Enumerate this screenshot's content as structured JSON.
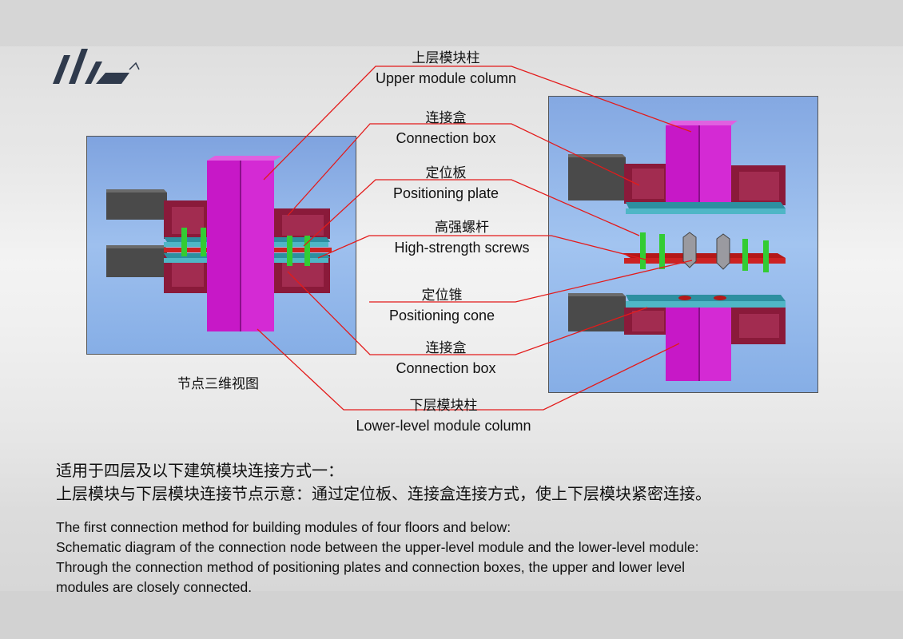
{
  "colors": {
    "column": "#c718c7",
    "box": "#8a1a3a",
    "plate": "#3aa5b5",
    "screw": "#33cc33",
    "bolt_plate": "#cc2222",
    "beam": "#505050",
    "leader": "#e31b1b",
    "panel_bg": "#8fb0e4"
  },
  "logo": {
    "icon": "company-logo-icon"
  },
  "labels": [
    {
      "cn": "上层模块柱",
      "en": "Upper module column"
    },
    {
      "cn": "连接盒",
      "en": "Connection box"
    },
    {
      "cn": "定位板",
      "en": "Positioning plate"
    },
    {
      "cn": "高强螺杆",
      "en": "High-strength screws"
    },
    {
      "cn": "定位锥",
      "en": "Positioning cone"
    },
    {
      "cn": "连接盒",
      "en": "Connection box"
    },
    {
      "cn": "下层模块柱",
      "en": "Lower-level module column"
    }
  ],
  "left_view_caption": "节点三维视图",
  "description": {
    "cn_lines": [
      "适用于四层及以下建筑模块连接方式一：",
      "上层模块与下层模块连接节点示意：通过定位板、连接盒连接方式，使上下层模块紧密连接。"
    ],
    "en_lines": [
      "The first connection method for building modules of four floors and below:",
      "Schematic diagram of the connection node between the upper-level module and the lower-level module:",
      "Through the connection method of positioning plates and connection boxes, the upper and lower level",
      "modules are closely connected."
    ]
  }
}
